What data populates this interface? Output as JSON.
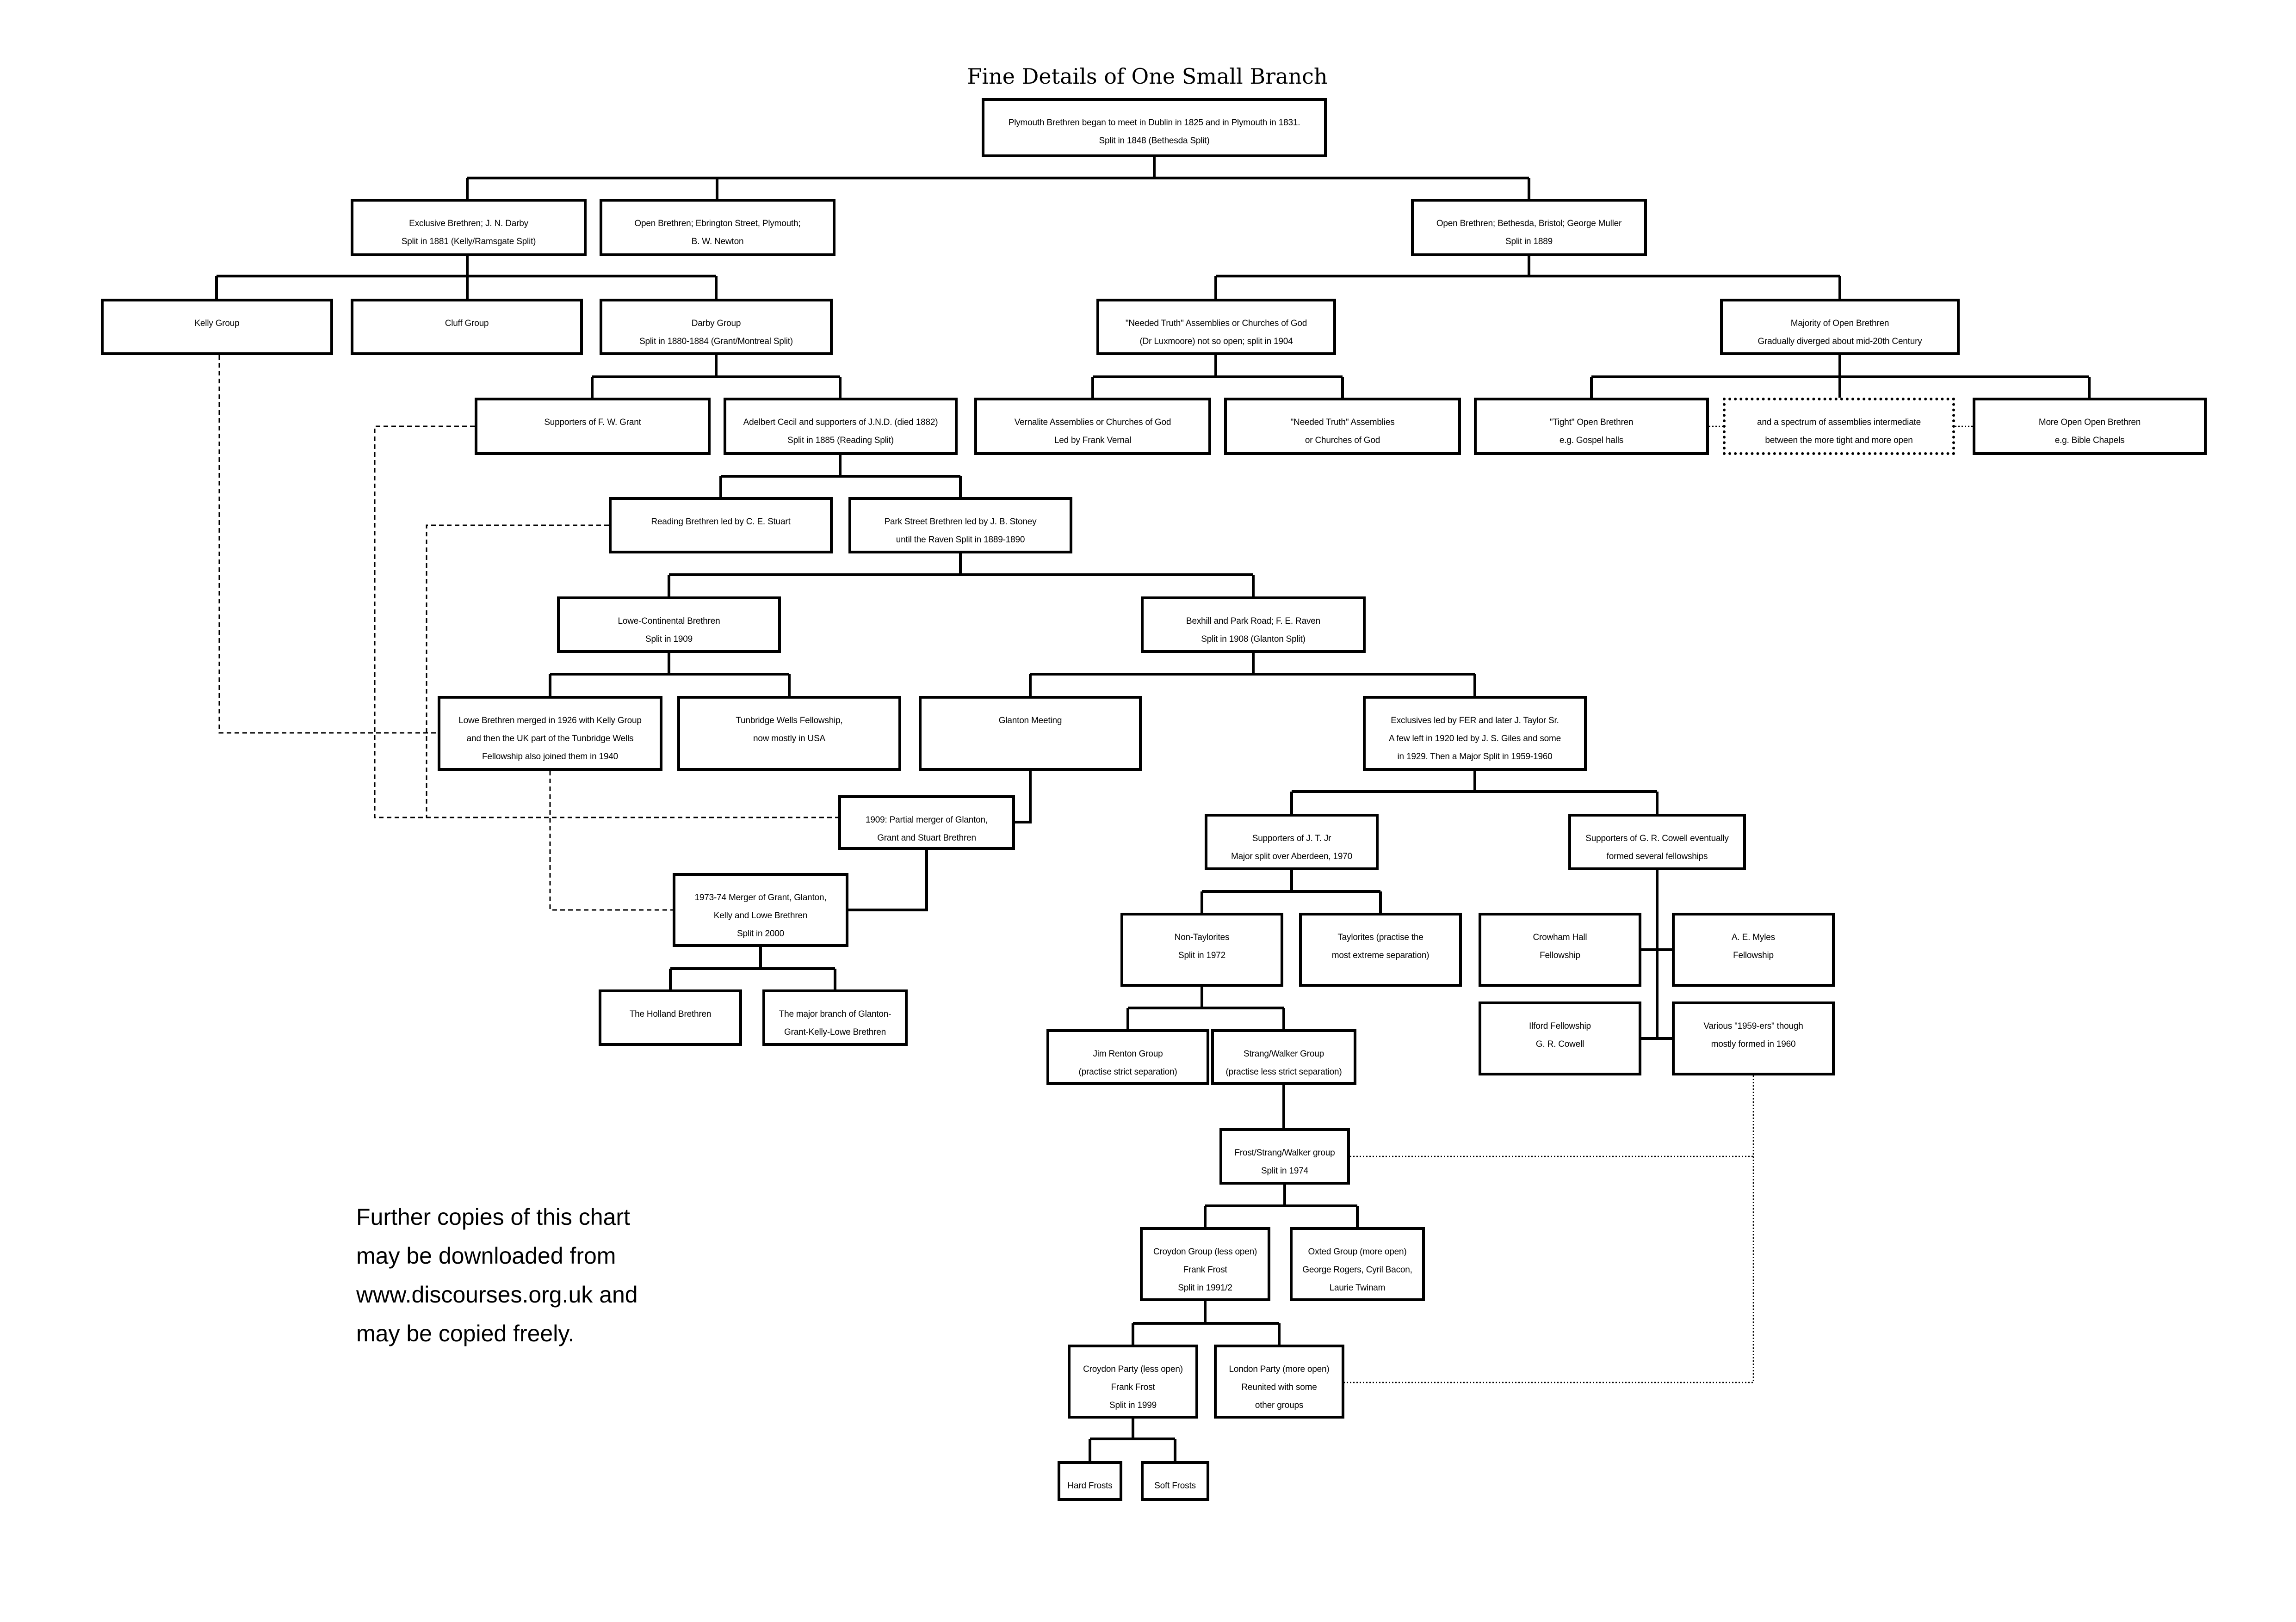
{
  "title": "Fine Details of One Small Branch",
  "note": [
    "Further copies of this chart",
    "may be downloaded from",
    "www.discourses.org.uk and",
    "may be copied freely."
  ],
  "nodes": [
    {
      "id": "plymouth",
      "lines": [
        "Plymouth Brethren began to meet in Dublin in 1825 and in Plymouth in 1831.",
        "Split in 1848 (Bethesda Split)"
      ]
    },
    {
      "id": "exclusive",
      "lines": [
        "Exclusive Brethren; J. N. Darby",
        "Split in 1881 (Kelly/Ramsgate Split)"
      ]
    },
    {
      "id": "ebrington",
      "lines": [
        "Open Brethren; Ebrington Street, Plymouth;",
        "B. W. Newton"
      ]
    },
    {
      "id": "bethesda",
      "lines": [
        "Open Brethren; Bethesda, Bristol; George Muller",
        "Split in 1889"
      ]
    },
    {
      "id": "kelly",
      "lines": [
        "Kelly Group"
      ]
    },
    {
      "id": "cluff",
      "lines": [
        "Cluff Group"
      ]
    },
    {
      "id": "darby",
      "lines": [
        "Darby Group",
        "Split in 1880-1884 (Grant/Montreal Split)"
      ]
    },
    {
      "id": "needed1",
      "lines": [
        "\"Needed Truth\" Assemblies or Churches of God",
        "(Dr Luxmoore)  not so open; split in 1904"
      ]
    },
    {
      "id": "majority",
      "lines": [
        "Majority of Open Brethren",
        "Gradually diverged about mid-20th Century"
      ]
    },
    {
      "id": "grant",
      "lines": [
        "Supporters of F. W. Grant"
      ]
    },
    {
      "id": "cecil",
      "lines": [
        "Adelbert Cecil and supporters of J.N.D. (died 1882)",
        "Split in 1885 (Reading Split)"
      ]
    },
    {
      "id": "vernalite",
      "lines": [
        "Vernalite Assemblies or Churches of God",
        "Led by Frank Vernal"
      ]
    },
    {
      "id": "needed2",
      "lines": [
        "\"Needed Truth\" Assemblies",
        "or Churches of God"
      ]
    },
    {
      "id": "tight",
      "lines": [
        "\"Tight\" Open Brethren",
        "e.g. Gospel halls"
      ]
    },
    {
      "id": "spectrum",
      "lines": [
        "and a spectrum of assemblies intermediate",
        "between the more tight and more open"
      ]
    },
    {
      "id": "moreopen",
      "lines": [
        "More Open Open Brethren",
        "e.g. Bible Chapels"
      ]
    },
    {
      "id": "reading",
      "lines": [
        "Reading Brethren led by C. E. Stuart"
      ]
    },
    {
      "id": "parkstreet",
      "lines": [
        "Park Street Brethren led by J. B. Stoney",
        "until the Raven Split in 1889-1890"
      ]
    },
    {
      "id": "lowecont",
      "lines": [
        "Lowe-Continental Brethren",
        "Split in 1909"
      ]
    },
    {
      "id": "bexhill",
      "lines": [
        "Bexhill and Park Road; F. E. Raven",
        "Split in 1908 (Glanton Split)"
      ]
    },
    {
      "id": "lowemerged",
      "lines": [
        "Lowe Brethren merged in 1926 with Kelly Group",
        "and then the UK part of the Tunbridge Wells",
        "Fellowship also joined them in 1940"
      ]
    },
    {
      "id": "tunbridge",
      "lines": [
        "Tunbridge Wells Fellowship,",
        "now mostly in USA"
      ]
    },
    {
      "id": "glanton",
      "lines": [
        "Glanton Meeting"
      ]
    },
    {
      "id": "exclusivesfer",
      "lines": [
        "Exclusives led by FER and later J. Taylor Sr.",
        "A few left in 1920 led by J. S. Giles and some",
        "in 1929.  Then a Major Split in 1959-1960"
      ]
    },
    {
      "id": "partial",
      "lines": [
        "1909: Partial merger of Glanton,",
        "Grant and Stuart Brethren"
      ]
    },
    {
      "id": "jtjr",
      "lines": [
        "Supporters of J. T. Jr",
        "Major split over Aberdeen, 1970"
      ]
    },
    {
      "id": "cowell",
      "lines": [
        "Supporters of G. R. Cowell eventually",
        "formed several fellowships"
      ]
    },
    {
      "id": "merger7374",
      "lines": [
        "1973-74 Merger of Grant, Glanton,",
        "Kelly and Lowe Brethren",
        "Split in 2000"
      ]
    },
    {
      "id": "nontay",
      "lines": [
        "Non-Taylorites",
        "Split in 1972"
      ]
    },
    {
      "id": "taylorites",
      "lines": [
        "Taylorites (practise the",
        "most extreme separation)"
      ]
    },
    {
      "id": "crowham",
      "lines": [
        "Crowham Hall",
        "Fellowship"
      ]
    },
    {
      "id": "myles",
      "lines": [
        "A. E. Myles",
        "Fellowship"
      ]
    },
    {
      "id": "holland",
      "lines": [
        "The Holland Brethren"
      ]
    },
    {
      "id": "majorbranch",
      "lines": [
        "The major branch of Glanton-",
        "Grant-Kelly-Lowe Brethren"
      ]
    },
    {
      "id": "ilford",
      "lines": [
        "Ilford Fellowship",
        "G. R. Cowell"
      ]
    },
    {
      "id": "various",
      "lines": [
        "Various \"1959-ers\" though",
        "mostly formed in 1960"
      ]
    },
    {
      "id": "renton",
      "lines": [
        "Jim Renton Group",
        "(practise strict separation)"
      ]
    },
    {
      "id": "strang",
      "lines": [
        "Strang/Walker Group",
        "(practise less strict separation)"
      ]
    },
    {
      "id": "frost",
      "lines": [
        "Frost/Strang/Walker group",
        "Split in 1974"
      ]
    },
    {
      "id": "croydongroup",
      "lines": [
        "Croydon Group (less open)",
        "Frank Frost",
        "Split in 1991/2"
      ]
    },
    {
      "id": "oxted",
      "lines": [
        "Oxted Group (more open)",
        "George Rogers, Cyril Bacon,",
        "Laurie Twinam"
      ]
    },
    {
      "id": "croydonparty",
      "lines": [
        "Croydon Party (less open)",
        "Frank Frost",
        "Split in 1999"
      ]
    },
    {
      "id": "london",
      "lines": [
        "London Party (more open)",
        "Reunited with some",
        "other groups"
      ]
    },
    {
      "id": "hard",
      "lines": [
        "Hard Frosts"
      ]
    },
    {
      "id": "soft",
      "lines": [
        "Soft Frosts"
      ]
    }
  ]
}
